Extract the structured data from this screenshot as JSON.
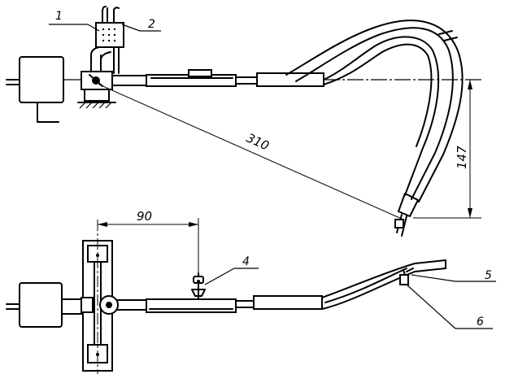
{
  "callouts": {
    "c1": "1",
    "c2": "2",
    "c4": "4",
    "c5": "5",
    "c6": "6"
  },
  "dimensions": {
    "diag": "310",
    "height": "147",
    "offset": "90"
  }
}
